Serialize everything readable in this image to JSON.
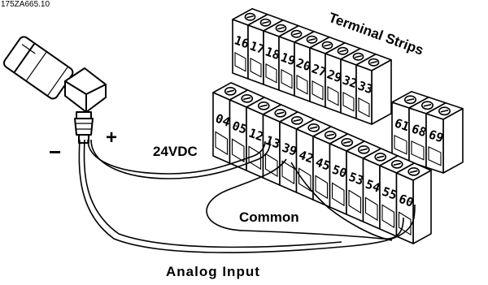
{
  "doc_id": "175ZA665.10",
  "title": "Terminal Strips",
  "labels": {
    "plus": "+",
    "minus": "−",
    "supply": "24VDC",
    "common": "Common",
    "analog": "Analog Input"
  },
  "upper_strip": [
    "16",
    "17",
    "18",
    "19",
    "20",
    "27",
    "29",
    "32",
    "33"
  ],
  "right_strip": [
    "61",
    "68",
    "69"
  ],
  "lower_strip": [
    "04",
    "05",
    "12",
    "13",
    "39",
    "42",
    "45",
    "50",
    "53",
    "54",
    "55",
    "60"
  ],
  "icons": [
    "pressure-transducer-icon",
    "screw-icon"
  ],
  "colors": {
    "ink": "#000000",
    "paper": "#ffffff"
  }
}
